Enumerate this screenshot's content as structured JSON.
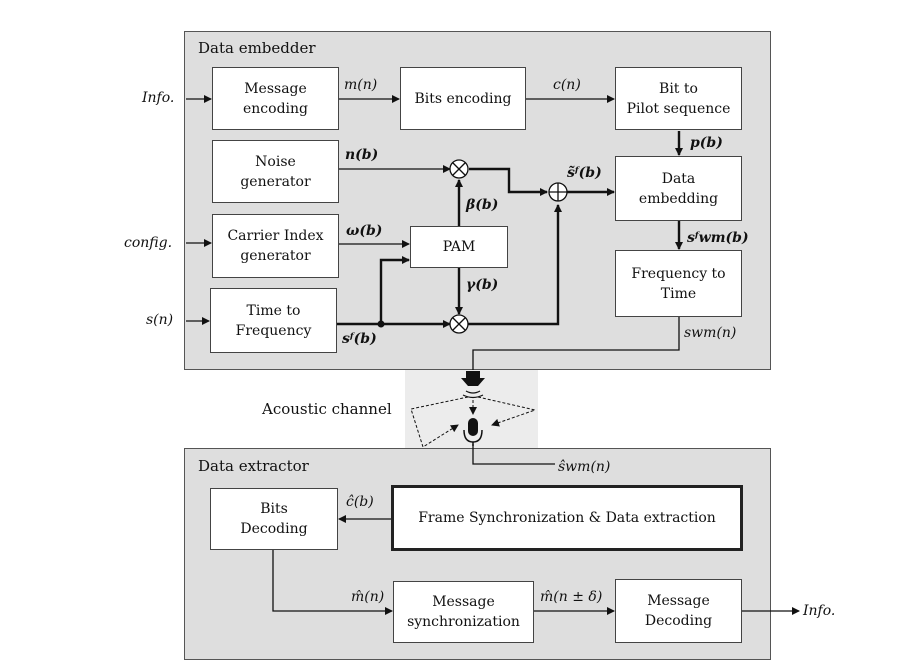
{
  "embedder": {
    "title": "Data embedder",
    "blocks": {
      "message_encoding": "Message\nencoding",
      "bits_encoding": "Bits encoding",
      "bit_to_pilot": "Bit to\nPilot sequence",
      "noise_generator": "Noise\ngenerator",
      "carrier_index": "Carrier  Index\ngenerator",
      "pam": "PAM",
      "data_embedding": "Data\nembedding",
      "time_to_freq": "Time to\nFrequency",
      "freq_to_time": "Frequency  to\nTime"
    },
    "inputs": {
      "info": "Info.",
      "config": "config.",
      "signal": "s(n)"
    },
    "signals": {
      "m": "m(n)",
      "c": "c(n)",
      "p": "p(b)",
      "n": "n(b)",
      "omega": "ω(b)",
      "beta": "β(b)",
      "gamma": "γ(b)",
      "s_tilde": "s̃ᶠ(b)",
      "s_f": "sᶠ(b)",
      "s_wm_f": "sᶠwm(b)",
      "s_wm": "swm(n)"
    }
  },
  "channel": {
    "label": "Acoustic channel"
  },
  "extractor": {
    "title": "Data extractor",
    "blocks": {
      "bits_decoding": "Bits\nDecoding",
      "frame_sync": "Frame Synchronization  & Data extraction",
      "message_sync": "Message\nsynchronization",
      "message_decoding": "Message\nDecoding"
    },
    "signals": {
      "s_hat_wm": "ŝwm(n)",
      "c_hat": "ĉ(b)",
      "m_hat": "m̂(n)",
      "m_hat_delta": "m̂(n ± δ)"
    },
    "output": "Info."
  }
}
